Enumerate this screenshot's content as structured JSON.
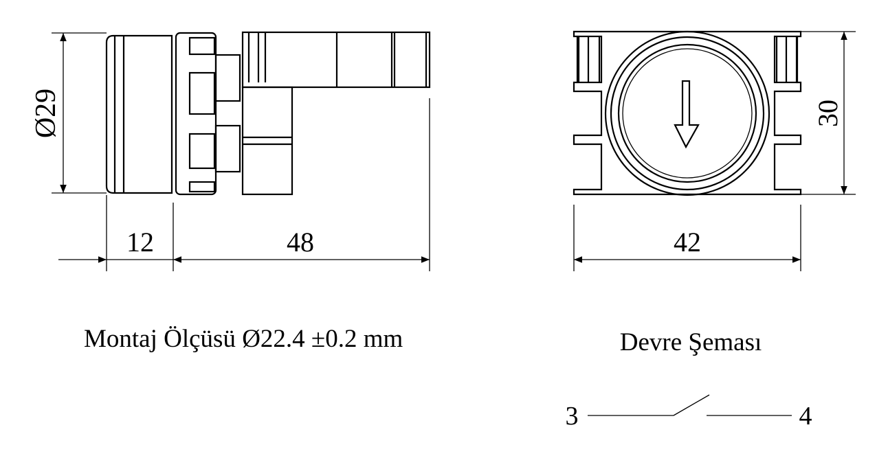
{
  "dimensions": {
    "diameter": "Ø29",
    "front_length": "12",
    "body_length": "48",
    "width": "42",
    "height": "30"
  },
  "labels": {
    "mounting": "Montaj Ölçüsü Ø22.4 ±0.2 mm",
    "circuit_title": "Devre Şeması"
  },
  "circuit": {
    "terminal_left": "3",
    "terminal_right": "4"
  }
}
